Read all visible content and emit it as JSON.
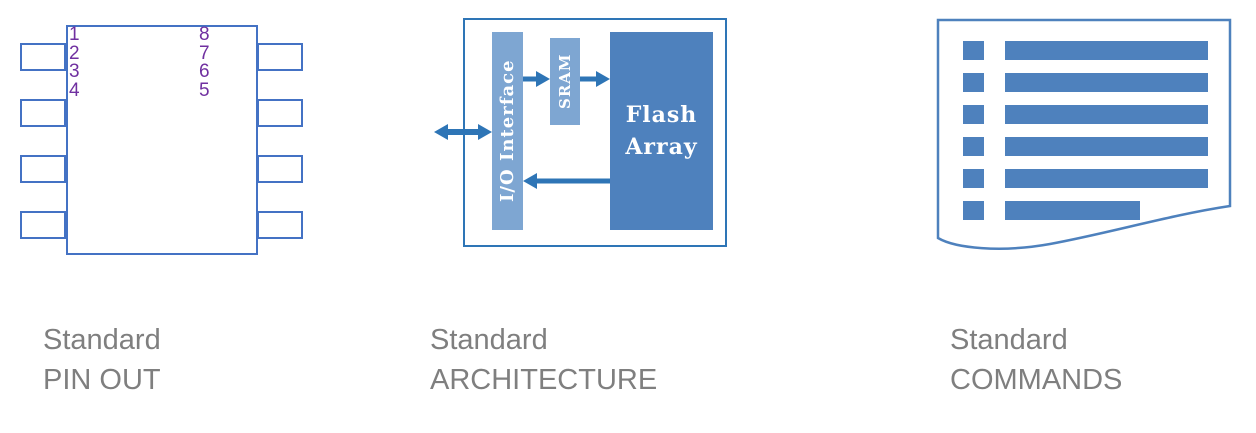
{
  "colors": {
    "chip_border": "#4472C4",
    "pin_number": "#7030A0",
    "arch_border": "#2E75B6",
    "arrow": "#2E75B6",
    "block_light": "#7EA6D2",
    "block_dark": "#4E81BD",
    "doc_outline": "#4E81BD",
    "doc_fill": "#4E81BD",
    "label_text": "#7F7F7F"
  },
  "figure": {
    "pinout": {
      "caption_line1": "Standard",
      "caption_line2": "PIN OUT",
      "left_pin_numbers": [
        "1",
        "2",
        "3",
        "4"
      ],
      "right_pin_numbers": [
        "8",
        "7",
        "6",
        "5"
      ]
    },
    "architecture": {
      "caption_line1": "Standard",
      "caption_line2": "ARCHITECTURE",
      "io_block_label": "I/O Interface",
      "sram_block_label": "SRAM",
      "flash_block_label": "Flash Array"
    },
    "commands": {
      "caption_line1": "Standard",
      "caption_line2": "COMMANDS",
      "line_bar_widths": [
        203,
        203,
        203,
        203,
        203,
        135
      ],
      "line_row_tops": [
        41,
        73,
        105,
        137,
        169,
        201
      ]
    }
  }
}
